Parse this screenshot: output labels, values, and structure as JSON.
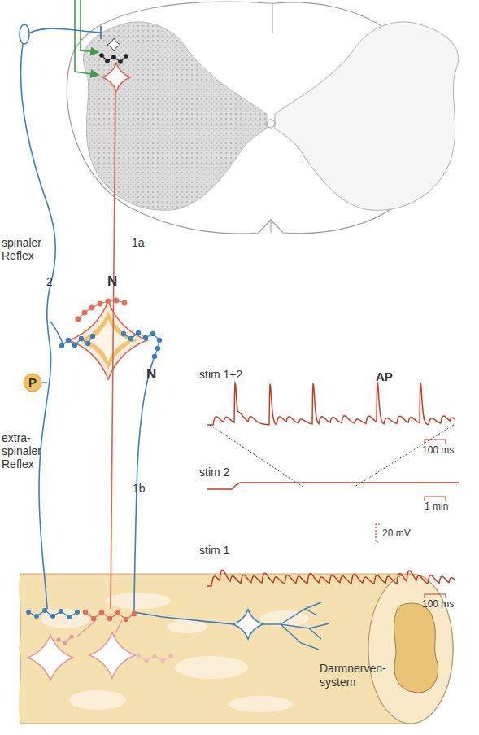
{
  "diagram": {
    "nodes": [
      {
        "text": [
          "P"
        ]
      },
      {
        "text": [
          "Darmnerven- system"
        ]
      }
    ],
    "labels": [
      "spinaler Reflex",
      "1a",
      "2",
      "N",
      "N",
      "stim 1+2",
      "AP",
      "100 ms",
      "extra- spinaler Reflex",
      "stim 2",
      "1b",
      "1 min",
      "20 mV",
      "stim 1",
      "100 ms"
    ]
  }
}
